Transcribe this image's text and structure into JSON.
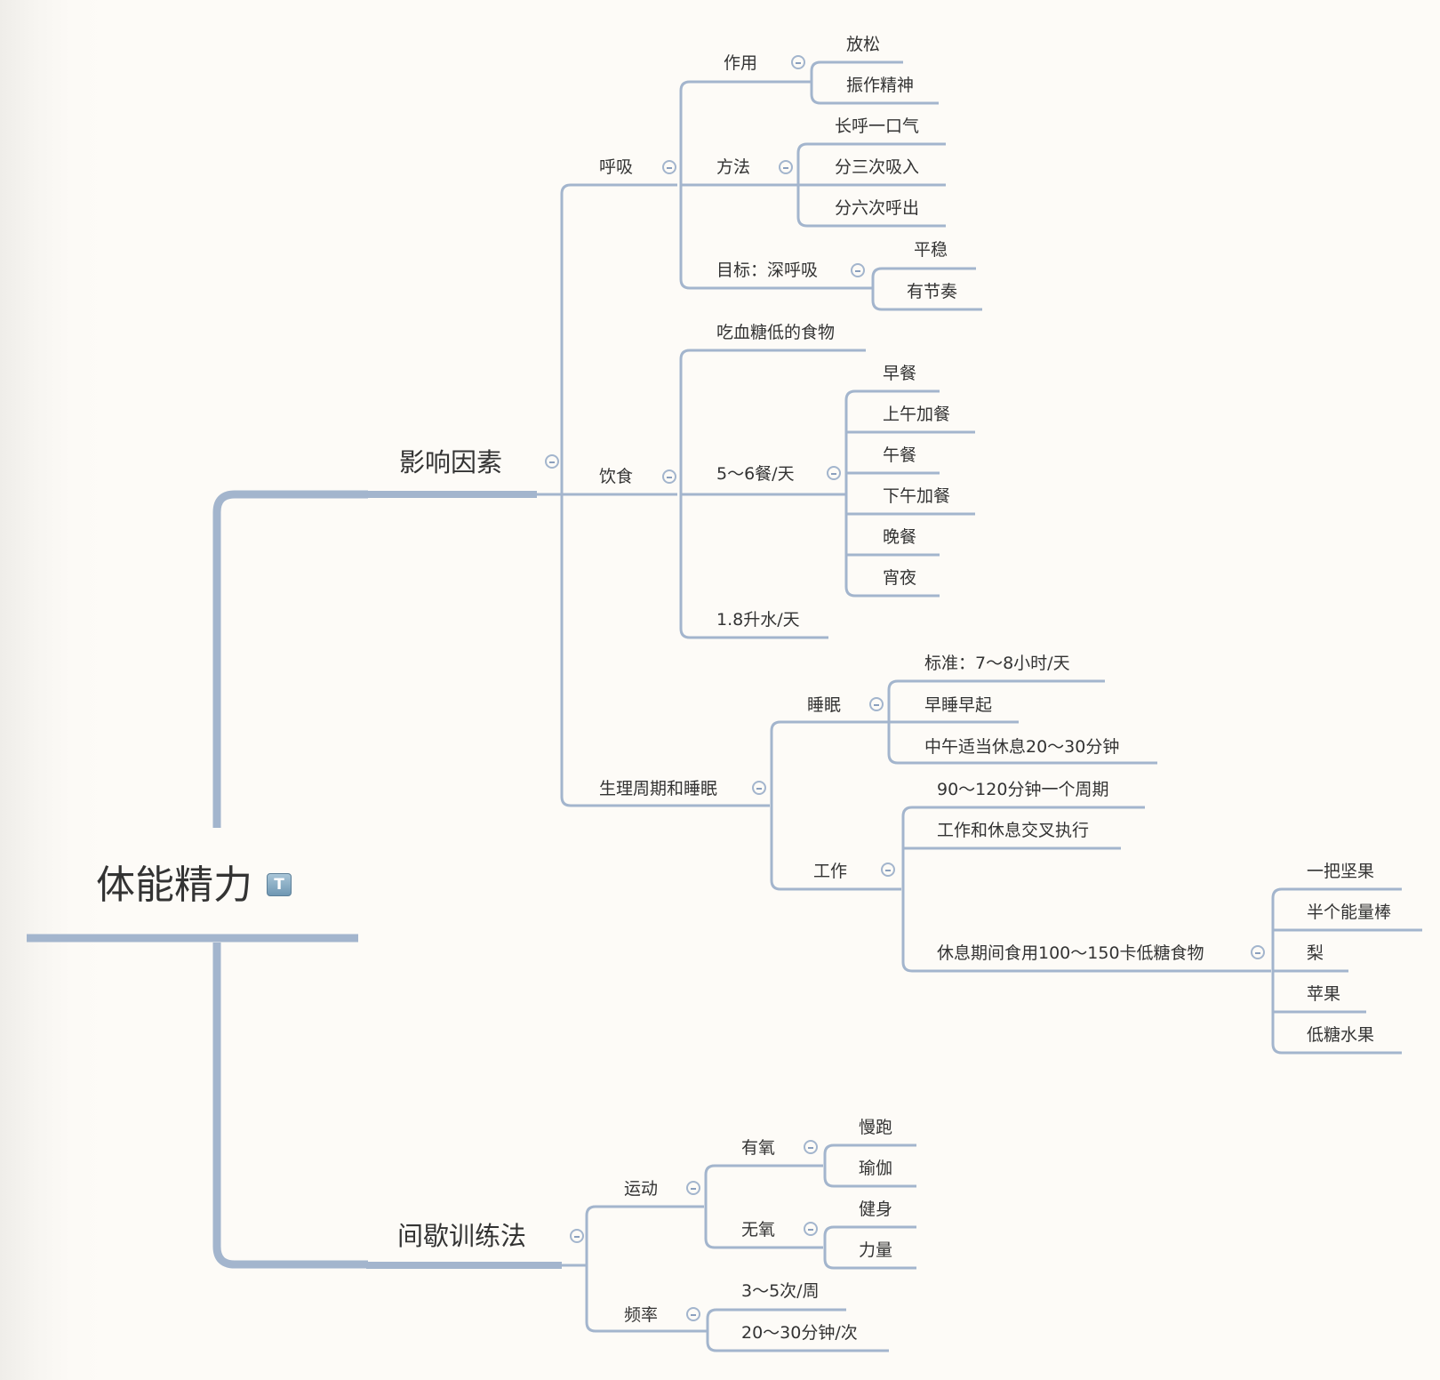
{
  "colors": {
    "line": "#a3b5cd",
    "text": "#333333",
    "background": "#fdfbf7"
  },
  "root": {
    "label": "体能精力",
    "badge": "T",
    "badge_icon": "text-note-icon"
  },
  "branches": [
    {
      "label": "影响因素",
      "children": [
        {
          "label": "呼吸",
          "children": [
            {
              "label": "作用",
              "children": [
                {
                  "label": "放松"
                },
                {
                  "label": "振作精神"
                }
              ]
            },
            {
              "label": "方法",
              "children": [
                {
                  "label": "长呼一口气"
                },
                {
                  "label": "分三次吸入"
                },
                {
                  "label": "分六次呼出"
                }
              ]
            },
            {
              "label": "目标：深呼吸",
              "children": [
                {
                  "label": "平稳"
                },
                {
                  "label": "有节奏"
                }
              ]
            }
          ]
        },
        {
          "label": "饮食",
          "children": [
            {
              "label": "吃血糖低的食物"
            },
            {
              "label": "5～6餐/天",
              "children": [
                {
                  "label": "早餐"
                },
                {
                  "label": "上午加餐"
                },
                {
                  "label": "午餐"
                },
                {
                  "label": "下午加餐"
                },
                {
                  "label": "晚餐"
                },
                {
                  "label": "宵夜"
                }
              ]
            },
            {
              "label": "1.8升水/天"
            }
          ]
        },
        {
          "label": "生理周期和睡眠",
          "children": [
            {
              "label": "睡眠",
              "children": [
                {
                  "label": "标准：7～8小时/天"
                },
                {
                  "label": "早睡早起"
                },
                {
                  "label": "中午适当休息20～30分钟"
                }
              ]
            },
            {
              "label": "工作",
              "children": [
                {
                  "label": "90～120分钟一个周期"
                },
                {
                  "label": "工作和休息交叉执行"
                },
                {
                  "label": "休息期间食用100～150卡低糖食物",
                  "children": [
                    {
                      "label": "一把坚果"
                    },
                    {
                      "label": "半个能量棒"
                    },
                    {
                      "label": "梨"
                    },
                    {
                      "label": "苹果"
                    },
                    {
                      "label": "低糖水果"
                    }
                  ]
                }
              ]
            }
          ]
        }
      ]
    },
    {
      "label": "间歇训练法",
      "children": [
        {
          "label": "运动",
          "children": [
            {
              "label": "有氧",
              "children": [
                {
                  "label": "慢跑"
                },
                {
                  "label": "瑜伽"
                }
              ]
            },
            {
              "label": "无氧",
              "children": [
                {
                  "label": "健身"
                },
                {
                  "label": "力量"
                }
              ]
            }
          ]
        },
        {
          "label": "频率",
          "children": [
            {
              "label": "3～5次/周"
            },
            {
              "label": "20～30分钟/次"
            }
          ]
        }
      ]
    }
  ]
}
